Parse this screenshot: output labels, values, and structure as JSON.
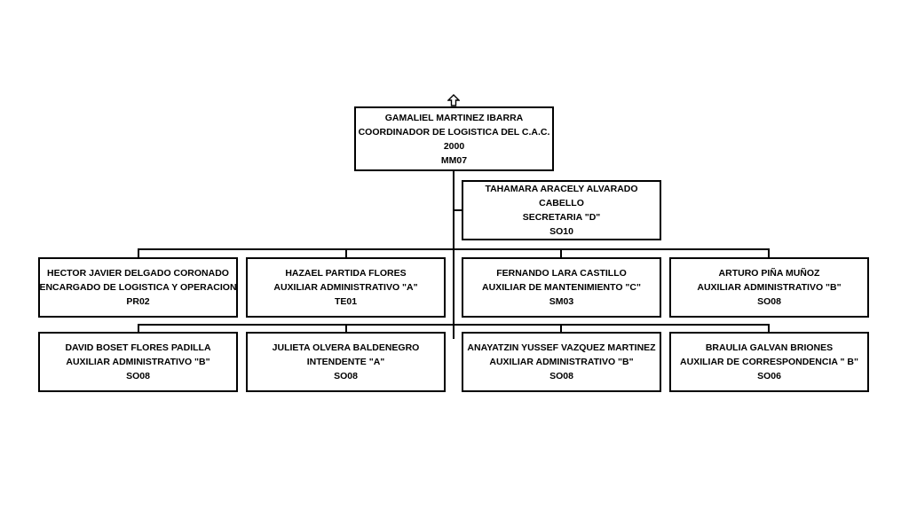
{
  "top": {
    "lines": [
      "GAMALIEL MARTINEZ IBARRA",
      "COORDINADOR DE LOGISTICA DEL C.A.C.",
      "2000",
      "MM07"
    ]
  },
  "assistant": {
    "lines": [
      "TAHAMARA ARACELY ALVARADO",
      "CABELLO",
      "SECRETARIA \"D\"",
      "SO10"
    ]
  },
  "row1": [
    {
      "lines": [
        "HECTOR JAVIER DELGADO CORONADO",
        "ENCARGADO DE LOGISTICA Y OPERACION",
        "PR02"
      ]
    },
    {
      "lines": [
        "HAZAEL PARTIDA FLORES",
        "AUXILIAR ADMINISTRATIVO \"A\"",
        "TE01"
      ]
    },
    {
      "lines": [
        "FERNANDO LARA CASTILLO",
        "AUXILIAR DE MANTENIMIENTO \"C\"",
        "SM03"
      ]
    },
    {
      "lines": [
        "ARTURO PIÑA MUÑOZ",
        "AUXILIAR ADMINISTRATIVO \"B\"",
        "SO08"
      ]
    }
  ],
  "row2": [
    {
      "lines": [
        "DAVID BOSET FLORES PADILLA",
        "AUXILIAR ADMINISTRATIVO \"B\"",
        "SO08"
      ]
    },
    {
      "lines": [
        "JULIETA OLVERA BALDENEGRO",
        "INTENDENTE \"A\"",
        "SO08"
      ]
    },
    {
      "lines": [
        "ANAYATZIN YUSSEF VAZQUEZ MARTINEZ",
        "AUXILIAR ADMINISTRATIVO \"B\"",
        "SO08"
      ]
    },
    {
      "lines": [
        "BRAULIA GALVAN BRIONES",
        "AUXILIAR  DE CORRESPONDENCIA \" B\"",
        "SO06"
      ]
    }
  ],
  "icons": {
    "up": "up-arrow-icon"
  }
}
